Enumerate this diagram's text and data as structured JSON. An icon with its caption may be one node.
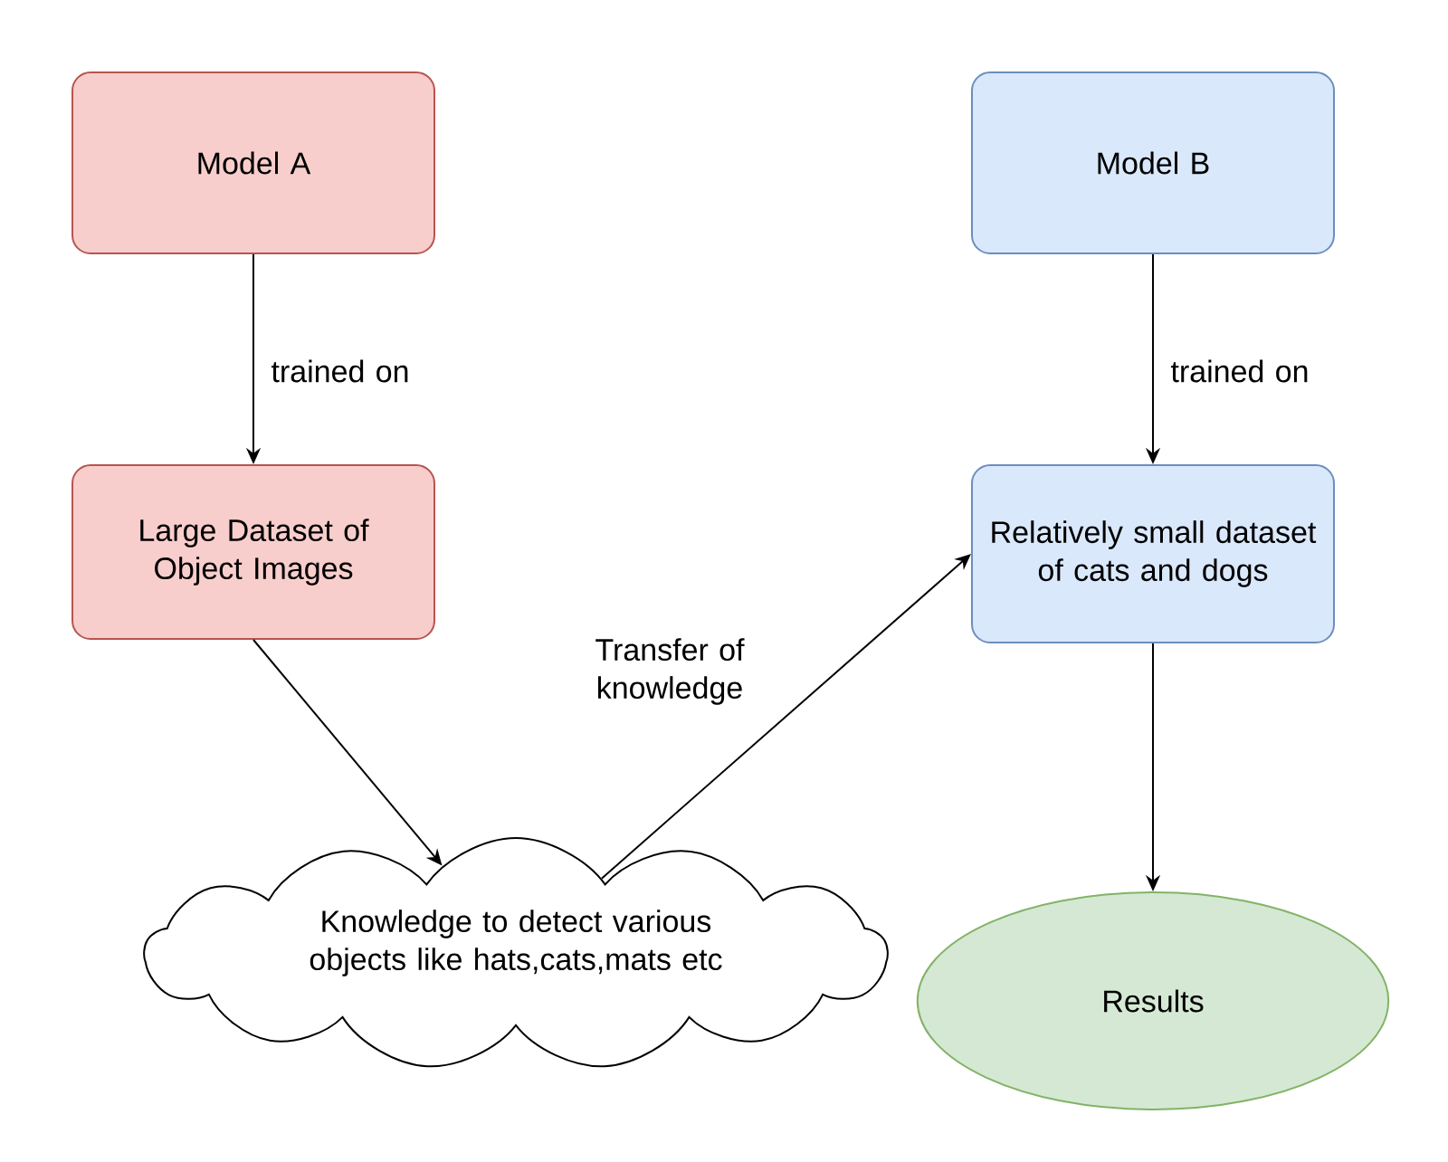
{
  "diagram": {
    "nodes": [
      {
        "text": [
          "Model A"
        ]
      },
      {
        "text": [
          "Large Dataset of Object Images"
        ]
      },
      {
        "text": [
          "Model B"
        ]
      },
      {
        "text": [
          "Relatively small dataset of cats and dogs"
        ]
      },
      {
        "text": [
          "Knowledge to detect various objects like hats,cats,mats etc"
        ]
      },
      {
        "text": [
          "Results"
        ]
      }
    ],
    "edges": [
      {
        "from": 0,
        "to": 1,
        "arrow": "to",
        "label": "trained on"
      },
      {
        "from": 2,
        "to": 3,
        "arrow": "to",
        "label": "trained on"
      },
      {
        "from": 1,
        "to": 4,
        "arrow": "to"
      },
      {
        "from": 4,
        "to": 3,
        "arrow": "to",
        "label": "Transfer of knowledge"
      },
      {
        "from": 3,
        "to": 5,
        "arrow": "to"
      }
    ]
  }
}
